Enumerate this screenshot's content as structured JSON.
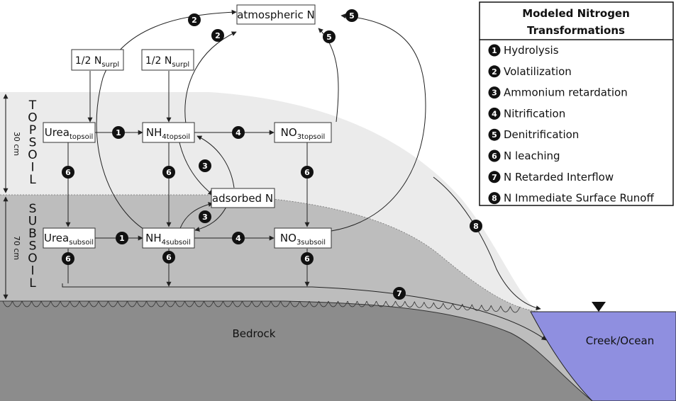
{
  "pools": {
    "atmospheric": "atmospheric N",
    "nsurpl_1": {
      "base": "1/2 N",
      "sub": "surpl"
    },
    "nsurpl_2": {
      "base": "1/2 N",
      "sub": "surpl"
    },
    "urea_top": {
      "base": "Urea",
      "sub": "topsoil"
    },
    "nh4_top": {
      "base": "NH",
      "sub": "4topsoil"
    },
    "no3_top": {
      "base": "NO",
      "sub": "3topsoil"
    },
    "adsorbed": "adsorbed N",
    "urea_sub": {
      "base": "Urea",
      "sub": "subsoil"
    },
    "nh4_sub": {
      "base": "NH",
      "sub": "4subsoil"
    },
    "no3_sub": {
      "base": "NO",
      "sub": "3subsoil"
    }
  },
  "layers": {
    "topsoil_letters": [
      "T",
      "O",
      "P",
      "S",
      "O",
      "I",
      "L"
    ],
    "subsoil_letters": [
      "S",
      "U",
      "B",
      "S",
      "O",
      "I",
      "L"
    ],
    "topsoil_depth": "30 cm",
    "subsoil_depth": "70 cm",
    "bedrock": "Bedrock",
    "water": "Creek/Ocean"
  },
  "legend": {
    "title_line1": "Modeled Nitrogen",
    "title_line2": "Transformations",
    "items": [
      {
        "num": "1",
        "label": "Hydrolysis"
      },
      {
        "num": "2",
        "label": "Volatilization"
      },
      {
        "num": "3",
        "label": "Ammonium retardation"
      },
      {
        "num": "4",
        "label": "Nitrification"
      },
      {
        "num": "5",
        "label": "Denitrification"
      },
      {
        "num": "6",
        "label": "N leaching"
      },
      {
        "num": "7",
        "label": "N Retarded Interflow"
      },
      {
        "num": "8",
        "label": "N Immediate Surface Runoff"
      }
    ]
  },
  "badges": {
    "hydrolysis_top": "1",
    "hydrolysis_sub": "1",
    "volatilization_a": "2",
    "volatilization_b": "2",
    "retardation_a": "3",
    "retardation_b": "3",
    "nitrification_top": "4",
    "nitrification_sub": "4",
    "denitrification_a": "5",
    "denitrification_b": "5",
    "leach_urea_top": "6",
    "leach_nh4_top": "6",
    "leach_no3_top": "6",
    "leach_urea_sub": "6",
    "leach_nh4_sub": "6",
    "leach_no3_sub": "6",
    "interflow": "7",
    "runoff": "8"
  },
  "colors": {
    "topsoil": "#ebebeb",
    "subsoil": "#bdbdbd",
    "bedrock": "#8c8c8c",
    "water": "#8f8fe0"
  }
}
